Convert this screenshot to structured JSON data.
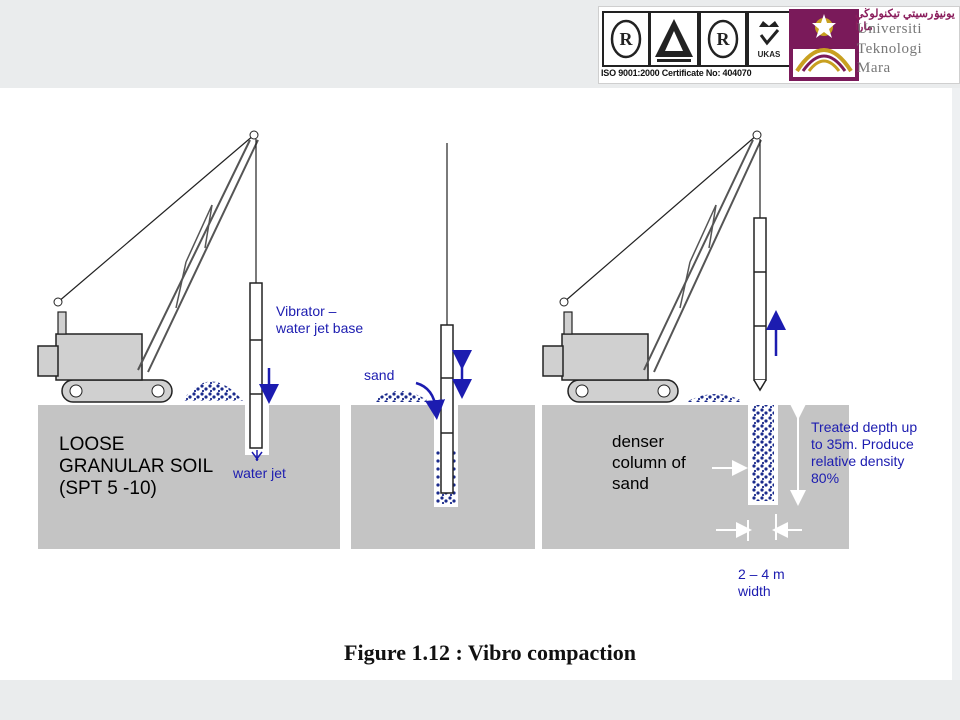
{
  "header": {
    "certificate_text": "ISO 9001:2000 Certificate No: 404070",
    "ukas_text": "UKAS",
    "university_script": "يونيۏرسيتي تيكنولوڬي مارا",
    "university_lines": [
      "Universiti",
      "Teknologi",
      "Mara"
    ]
  },
  "figure": {
    "caption": "Figure 1.12 : Vibro compaction",
    "panel1": {
      "soil_label": [
        "LOOSE",
        "GRANULAR SOIL",
        "(SPT 5 -10)"
      ],
      "vibrator_label": [
        "Vibrator –",
        "water jet base"
      ],
      "water_jet_label": "water jet"
    },
    "panel2": {
      "sand_label": "sand"
    },
    "panel3": {
      "column_label": [
        "denser",
        "column of",
        "sand"
      ],
      "depth_label": [
        "Treated depth up",
        "to 35m. Produce",
        "relative density",
        "80%"
      ],
      "width_label": [
        "2 – 4 m",
        "width"
      ]
    }
  },
  "colors": {
    "soil": "#c4c4c4",
    "crane": "#d0d0d0",
    "outline": "#222222",
    "annotation": "#1c1cb0",
    "sand": "#1a2a8c",
    "logo_purple": "#7a1a5a"
  }
}
